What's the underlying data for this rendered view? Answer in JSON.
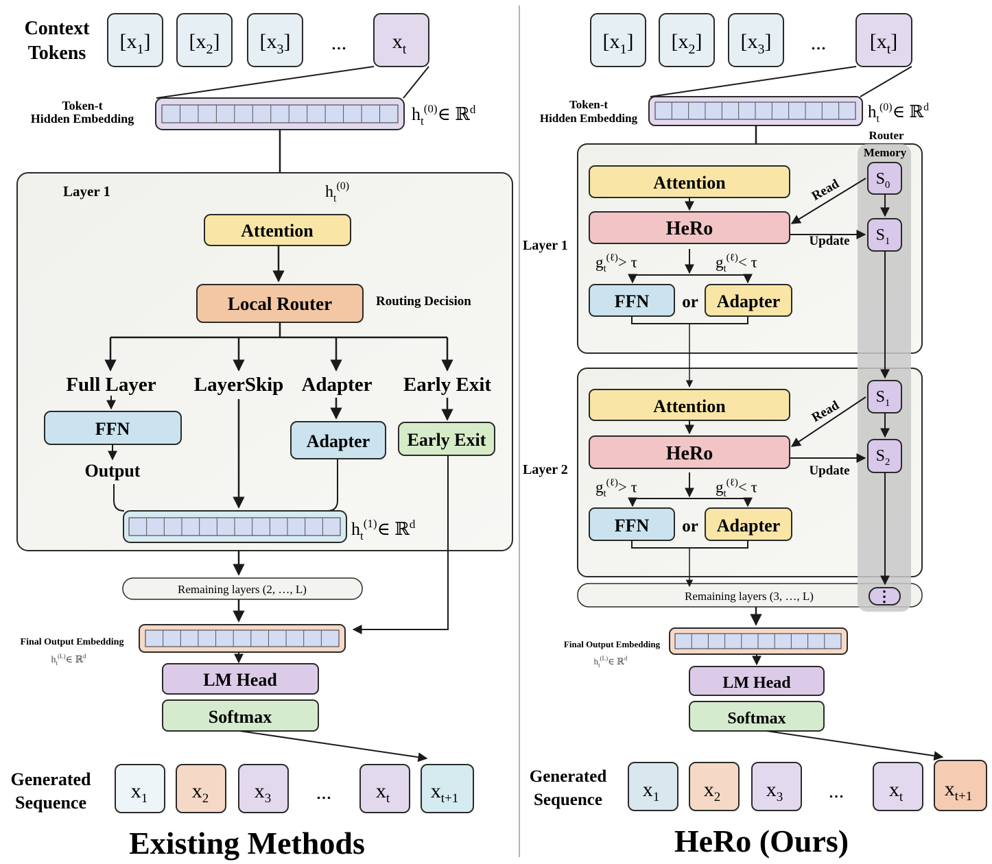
{
  "left": {
    "context_tokens_label": [
      "Context",
      "Tokens"
    ],
    "context_tokens": [
      "[x",
      "[x",
      "[x",
      "x"
    ],
    "context_token_subs": [
      "1",
      "2",
      "3",
      "t"
    ],
    "context_token_close": [
      "]",
      "]",
      "]",
      ""
    ],
    "ellipsis": "...",
    "hidden_embedding_label": [
      "Token-t",
      "Hidden Embedding"
    ],
    "h0_label": "h",
    "h0_sub": "t",
    "h0_sup": "(0)",
    "h0_tail": "∈ ℝ",
    "h0_tail_sup": "d",
    "layer_label": "Layer 1",
    "layer_h_label": "h",
    "layer_h_sub": "t",
    "layer_h_sup": "(0)",
    "attention": "Attention",
    "local_router": "Local Router",
    "routing_decision": "Routing Decision",
    "branches": [
      "Full Layer",
      "LayerSkip",
      "Adapter",
      "Early Exit"
    ],
    "ffn": "FFN",
    "output": "Output",
    "adapter": "Adapter",
    "early_exit": "Early Exit",
    "h1_label": "h",
    "h1_sub": "t",
    "h1_sup": "(1)",
    "h1_tail": "∈ ℝ",
    "h1_tail_sup": "d",
    "remaining_layers": "Remaining layers (2, …, L)",
    "final_output_label": "Final Output Embedding",
    "final_h_label": "h",
    "final_h_sub": "t",
    "final_h_sup": "(L)",
    "final_h_tail": "∈ ℝ",
    "final_h_tail_sup": "d",
    "lm_head": "LM Head",
    "softmax": "Softmax",
    "generated_label": [
      "Generated",
      "Sequence"
    ],
    "generated_tokens": [
      "x",
      "x",
      "x",
      "x",
      "x"
    ],
    "generated_subs": [
      "1",
      "2",
      "3",
      "t",
      "t+1"
    ],
    "title": "Existing Methods"
  },
  "right": {
    "context_tokens": [
      "[x",
      "[x",
      "[x",
      "[x"
    ],
    "context_token_subs": [
      "1",
      "2",
      "3",
      "t"
    ],
    "context_token_close": [
      "]",
      "]",
      "]",
      "]"
    ],
    "ellipsis": "...",
    "hidden_embedding_label": [
      "Token-t",
      "Hidden Embedding"
    ],
    "h0_label": "h",
    "h0_sub": "t",
    "h0_sup": "(0)",
    "h0_tail": "∈ ℝ",
    "h0_tail_sup": "d",
    "router_memory_label": [
      "Router",
      "Memory"
    ],
    "layer1_label": "Layer 1",
    "layer2_label": "Layer 2",
    "attention": "Attention",
    "hero": "HeRo",
    "read": "Read",
    "update": "Update",
    "gate_gt": "g",
    "gate_sub": "t",
    "gate_sup": "(ℓ)",
    "gate_gt_op": "> τ",
    "gate_lt_op": "< τ",
    "ffn": "FFN",
    "or": "or",
    "adapter": "Adapter",
    "mem_states_layer1": [
      "S",
      "S"
    ],
    "mem_subs_layer1": [
      "0",
      "1"
    ],
    "mem_states_layer2": [
      "S",
      "S"
    ],
    "mem_subs_layer2": [
      "1",
      "2"
    ],
    "mem_more": "⋮",
    "remaining_layers": "Remaining layers (3, …, L)",
    "final_output_label": "Final Output Embedding",
    "final_h_label": "h",
    "final_h_sub": "t",
    "final_h_sup": "(L)",
    "final_h_tail": "∈ ℝ",
    "final_h_tail_sup": "d",
    "lm_head": "LM Head",
    "softmax": "Softmax",
    "generated_label": [
      "Generated",
      "Sequence"
    ],
    "generated_tokens": [
      "x",
      "x",
      "x",
      "x",
      "x"
    ],
    "generated_subs": [
      "1",
      "2",
      "3",
      "t",
      "t+1"
    ],
    "title": "HeRo (Ours)"
  },
  "colors": {
    "token_blue": "#e6eff4",
    "token_purple": "#e3d9ee",
    "token_orange": "#f5d9c6",
    "token_teal": "#d5ebef",
    "attention": "#f9e6a6",
    "router": "#f3c7a3",
    "hero": "#f2c4c6",
    "ffn": "#cbe3ef",
    "adapter_yellow": "#f9e6a6",
    "early_exit": "#d6ecc9",
    "lm_head": "#dccbe8",
    "softmax": "#d4ebcd",
    "layer_bg": "#f3f3ef",
    "memory_col": "#c8c8c8",
    "mem_state": "#d8c8ea"
  }
}
